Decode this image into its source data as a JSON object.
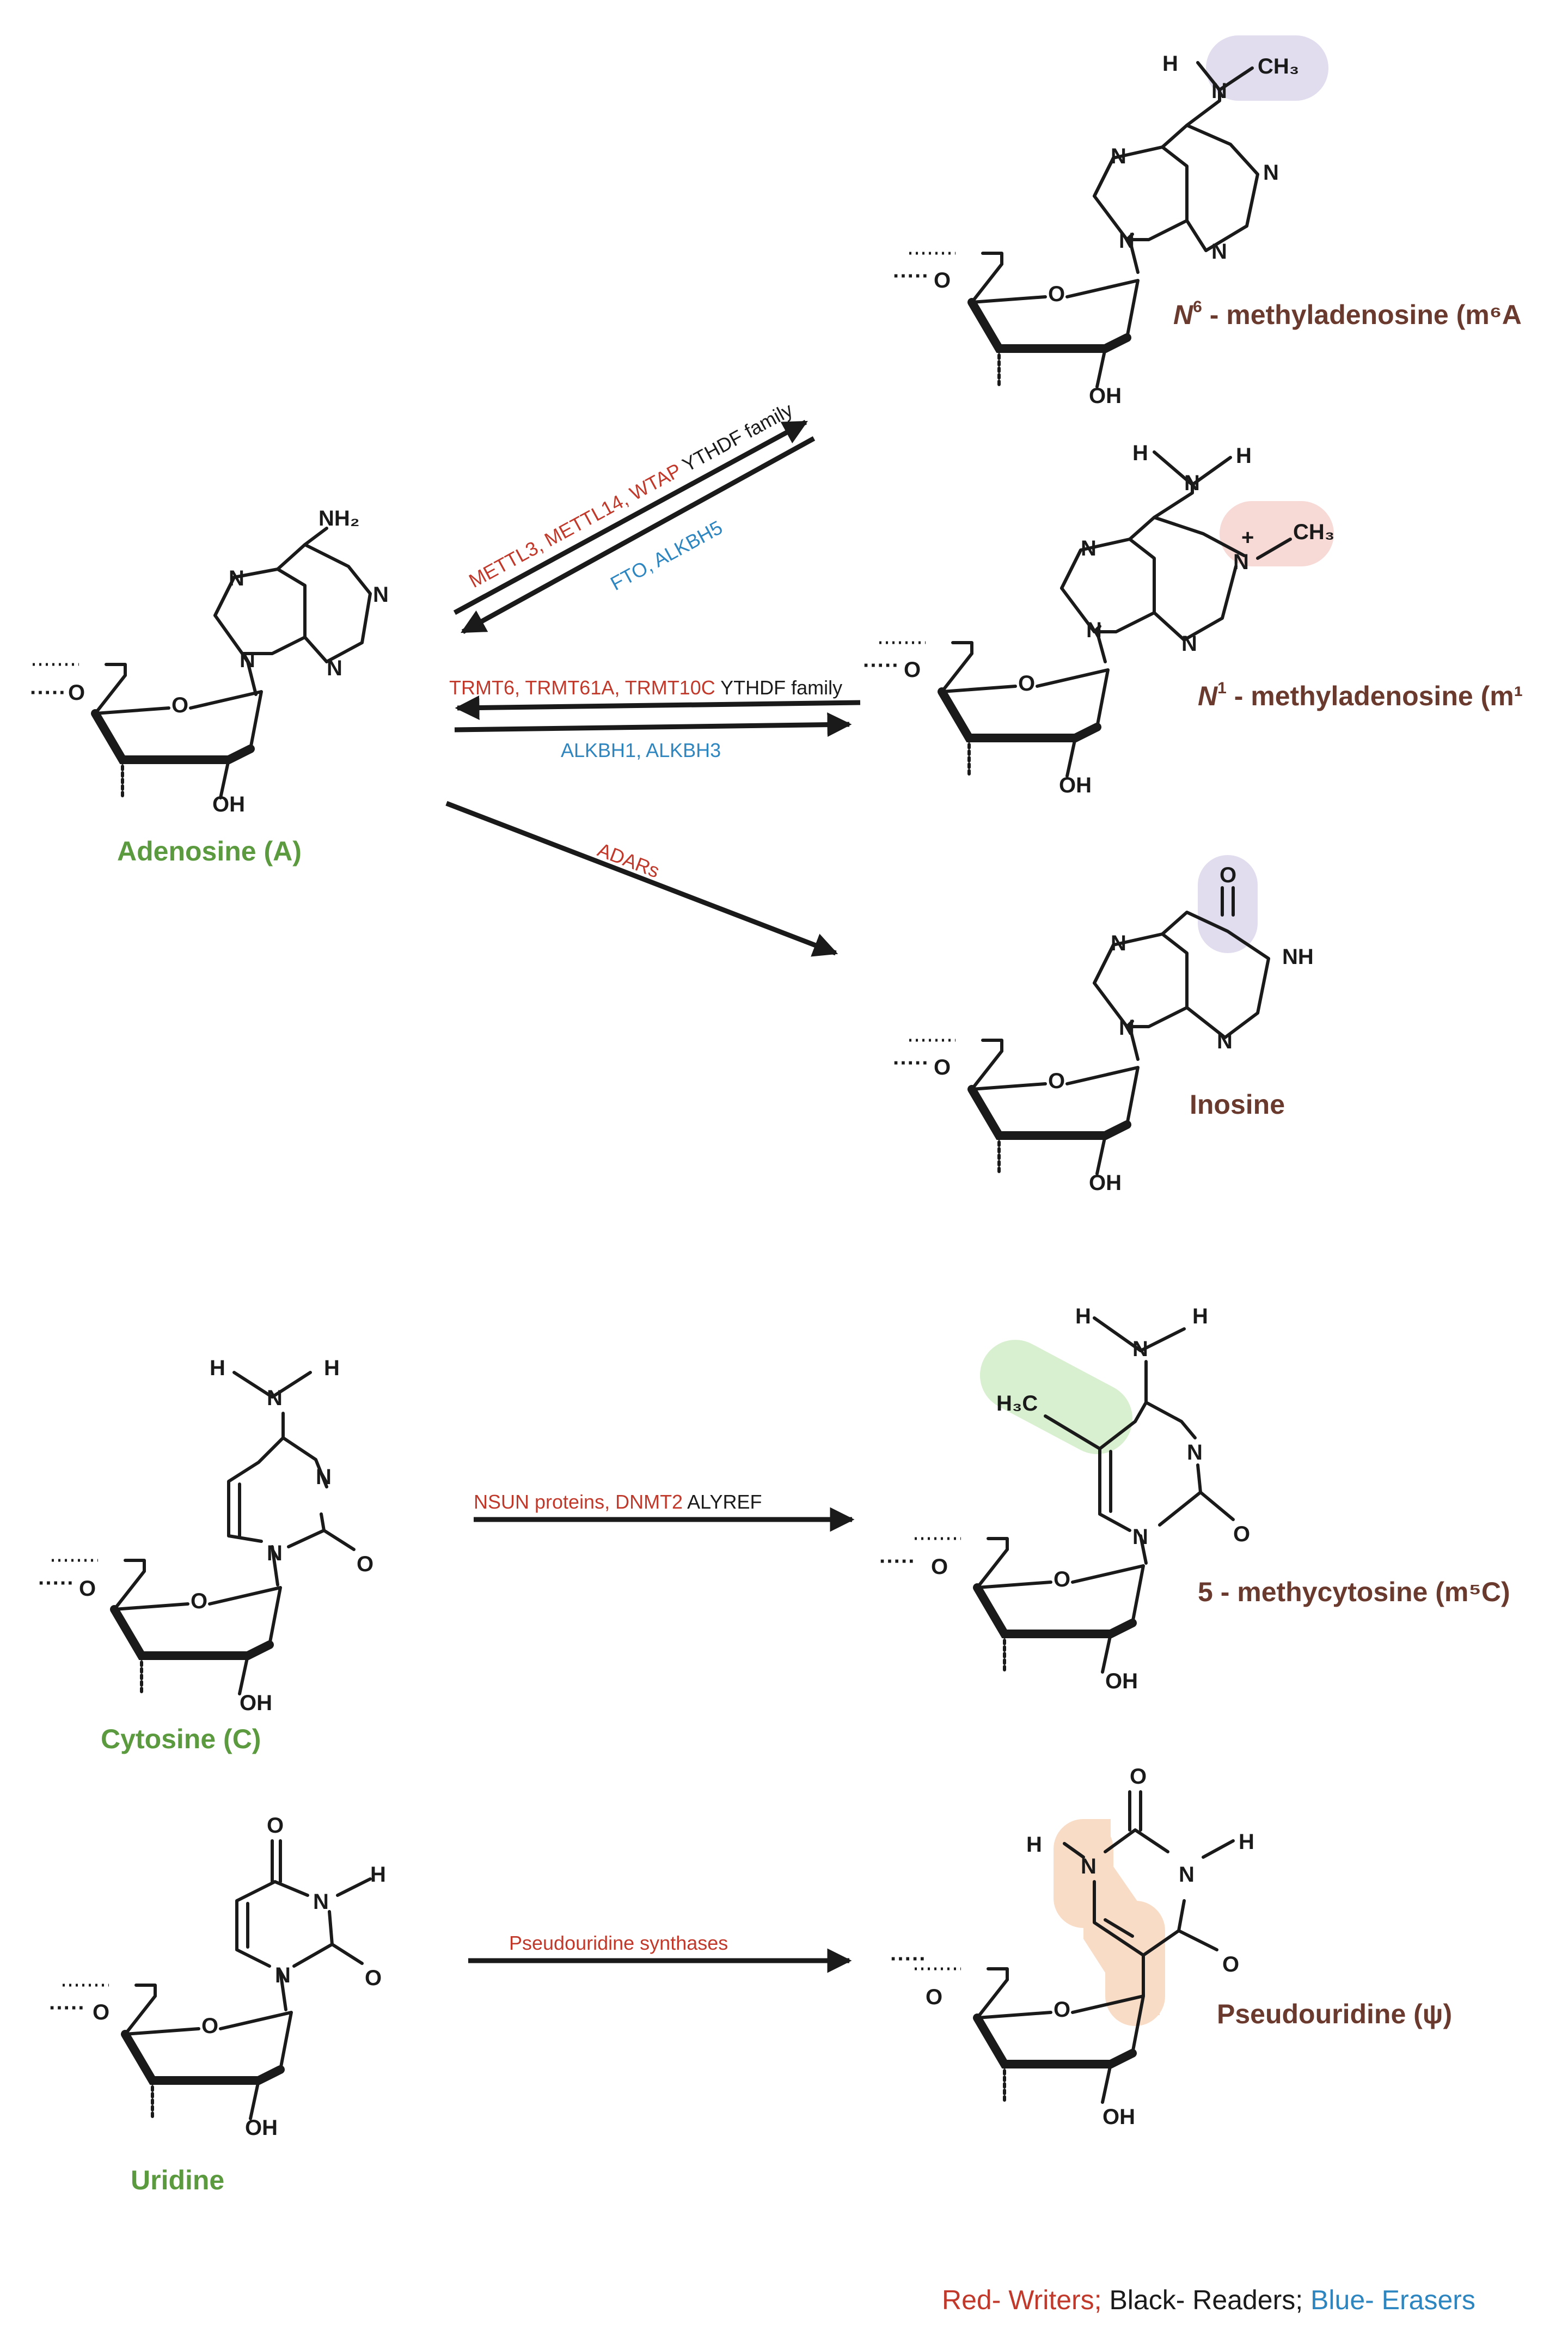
{
  "atoms": {
    "N": "N",
    "O": "O",
    "H": "H",
    "NH": "NH",
    "NH2": "NH₂",
    "OH": "OH",
    "CH3": "CH₃",
    "H3C": "H₃C",
    "Nplus": "+",
    "dots": "·····"
  },
  "molecules": {
    "adenosine": "Adenosine (A)",
    "cytosine": "Cytosine (C)",
    "uridine": "Uridine",
    "m6a_italic": "N",
    "m6a_sup": "6",
    "m6a_rest": " - methyladenosine (m⁶A",
    "m1a_italic": "N",
    "m1a_sup": "1",
    "m1a_rest": " - methyladenosine (m¹",
    "inosine": "Inosine",
    "m5c": "5 - methycytosine (m⁵C)",
    "pseudouridine": "Pseudouridine (ψ)"
  },
  "enzymes": {
    "m6a_writers": "METTL3, METTL14, WTAP",
    "m6a_readers": " YTHDF family",
    "m6a_erasers": "FTO, ALKBH5",
    "m1a_writers": "TRMT6, TRMT61A, TRMT10C",
    "m1a_readers": " YTHDF family",
    "m1a_erasers": "ALKBH1, ALKBH3",
    "inosine_writers": "ADARs",
    "m5c_writers": "NSUN proteins, DNMT2",
    "m5c_readers": " ALYREF",
    "psi_writers": "Pseudouridine synthases"
  },
  "legend": {
    "red": "Red- Writers;",
    "black": " Black- Readers;",
    "blue": " Blue- Erasers"
  },
  "colors": {
    "writer": "#c0392b",
    "reader": "#1a1a1a",
    "eraser": "#2e86c1",
    "substrate": "#5b9a3f",
    "product": "#6b3a2e",
    "highlight_purple": "#e1dcee",
    "highlight_pink": "#f7d9d6",
    "highlight_green": "#d8f0cf",
    "highlight_orange": "#f9dcc6"
  }
}
